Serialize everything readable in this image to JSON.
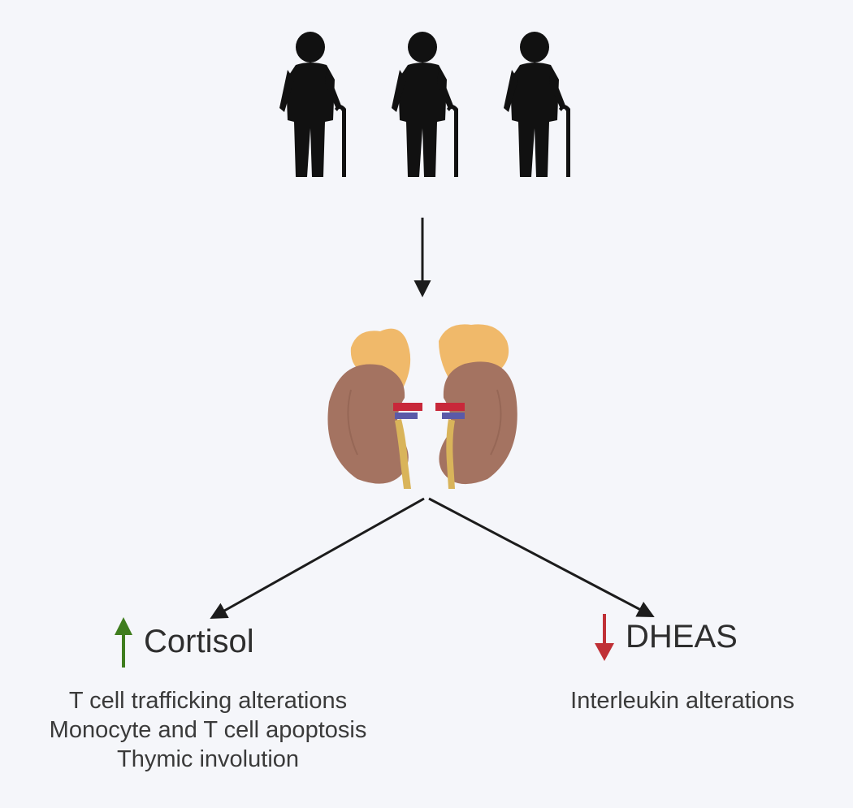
{
  "nodes": {
    "elderly_group": {
      "icon": "elderly-person-with-cane-icon",
      "count": 3,
      "color": "#111111"
    },
    "adrenal_kidneys": {
      "icon": "kidneys-with-adrenal-glands-icon",
      "colors": {
        "kidney": "#a47361",
        "adrenal": "#f0b96a",
        "artery": "#c8283a",
        "vein": "#5a5aa8",
        "ureter": "#d9b45a"
      }
    }
  },
  "outputs": {
    "cortisol": {
      "label": "Cortisol",
      "direction": "up",
      "arrow_color": "#3f7d1e",
      "effects": [
        "T cell trafficking alterations",
        "Monocyte and T cell apoptosis",
        "Thymic involution"
      ]
    },
    "dheas": {
      "label": "DHEAS",
      "direction": "down",
      "arrow_color": "#c03036",
      "effects": [
        "Interleukin alterations"
      ]
    }
  },
  "colors": {
    "background": "#f5f6fa",
    "connector": "#1c1c1c",
    "text": "#2e2e2e"
  }
}
